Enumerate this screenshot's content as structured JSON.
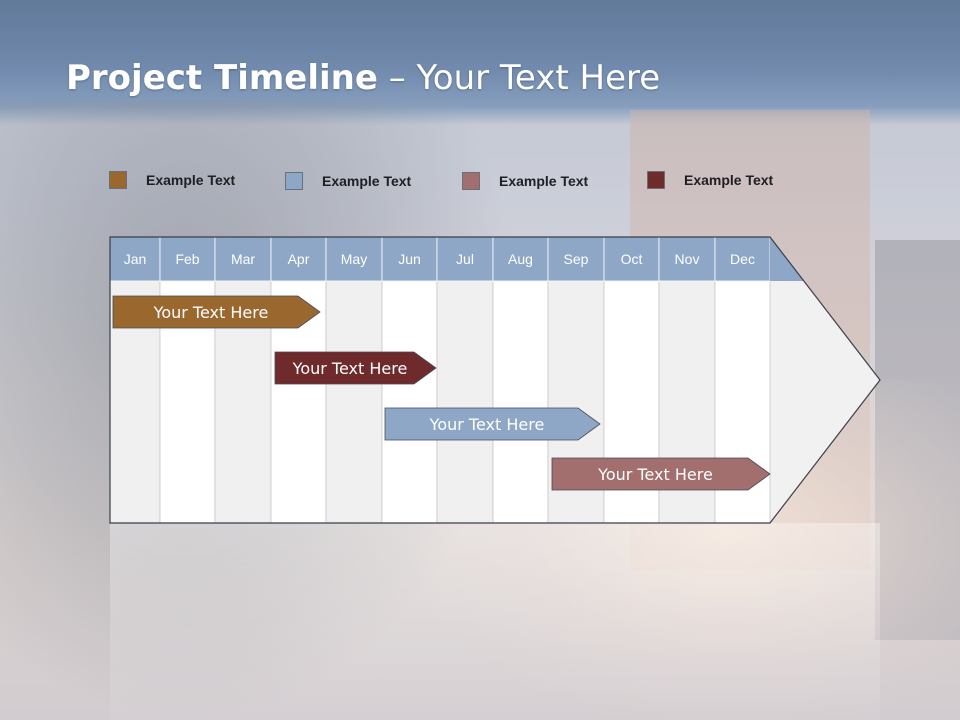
{
  "slide": {
    "title_bold": "Project Timeline",
    "title_rest": " – Your Text Here"
  },
  "legend": [
    {
      "label": "Example Text",
      "color": "#9a672f"
    },
    {
      "label": "Example Text",
      "color": "#8ea7c6"
    },
    {
      "label": "Example Text",
      "color": "#a26e6e"
    },
    {
      "label": "Example Text",
      "color": "#6f2b2b"
    }
  ],
  "timeline": {
    "months": [
      "Jan",
      "Feb",
      "Mar",
      "Apr",
      "May",
      "Jun",
      "Jul",
      "Aug",
      "Sep",
      "Oct",
      "Nov",
      "Dec"
    ],
    "header_color": "#8ea7c6",
    "tasks": [
      {
        "label": "Your  Text Here",
        "start_month": "Jan",
        "end_month": "Apr",
        "color": "#9a672f"
      },
      {
        "label": "Your  Text Here",
        "start_month": "Apr",
        "end_month": "Jun",
        "color": "#6f2b2b"
      },
      {
        "label": "Your  Text Here",
        "start_month": "Jun",
        "end_month": "Sep",
        "color": "#8ea7c6"
      },
      {
        "label": "Your  Text Here",
        "start_month": "Sep",
        "end_month": "Dec",
        "color": "#a26e6e"
      }
    ]
  }
}
